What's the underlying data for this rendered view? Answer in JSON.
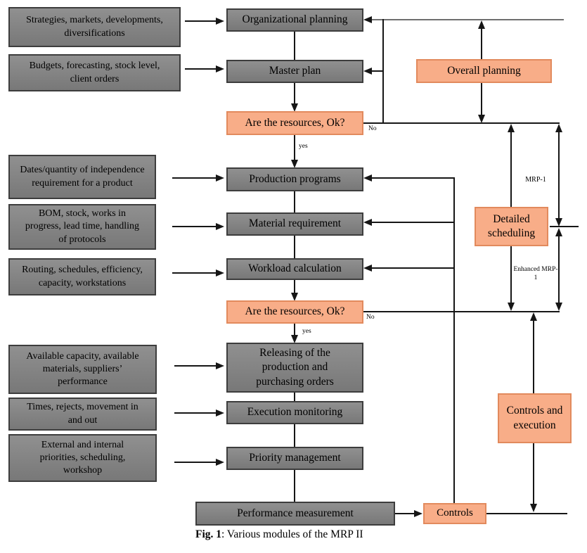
{
  "diagram": {
    "inputs": [
      "Strategies, markets, developments, diversifications",
      "Budgets, forecasting, stock level, client orders",
      "Dates/quantity of independence requirement for a product",
      "BOM, stock, works in progress, lead time, handling of protocols",
      "Routing, schedules, efficiency, capacity, workstations",
      "Available capacity, available materials, suppliers’ performance",
      "Times, rejects, movement in and out",
      "External and internal priorities, scheduling, workshop"
    ],
    "modules": [
      "Organizational planning",
      "Master plan",
      "Production programs",
      "Material requirement",
      "Workload calculation",
      "Releasing of the production and purchasing orders",
      "Execution monitoring",
      "Priority management",
      "Performance measurement"
    ],
    "decisions": [
      "Are the resources, Ok?",
      "Are the resources, Ok?"
    ],
    "phases": {
      "overall": "Overall planning",
      "detailed": "Detailed scheduling",
      "controls_execution": "Controls and execution",
      "controls": "Controls"
    },
    "labels": {
      "yes1": "yes",
      "yes2": "yes",
      "no1": "No",
      "no2": "No",
      "mrp1": "MRP-1",
      "enhanced_mrp1": "Enhanced MRP-1"
    },
    "caption": {
      "prefix": "Fig. 1",
      "text": ": Various modules of the MRP II"
    },
    "colors": {
      "gray_box": "#7f7f7f",
      "gray_border": "#3d3d3d",
      "orange_box": "#f8ad88",
      "orange_border": "#e28a5d",
      "line": "#161616"
    }
  }
}
